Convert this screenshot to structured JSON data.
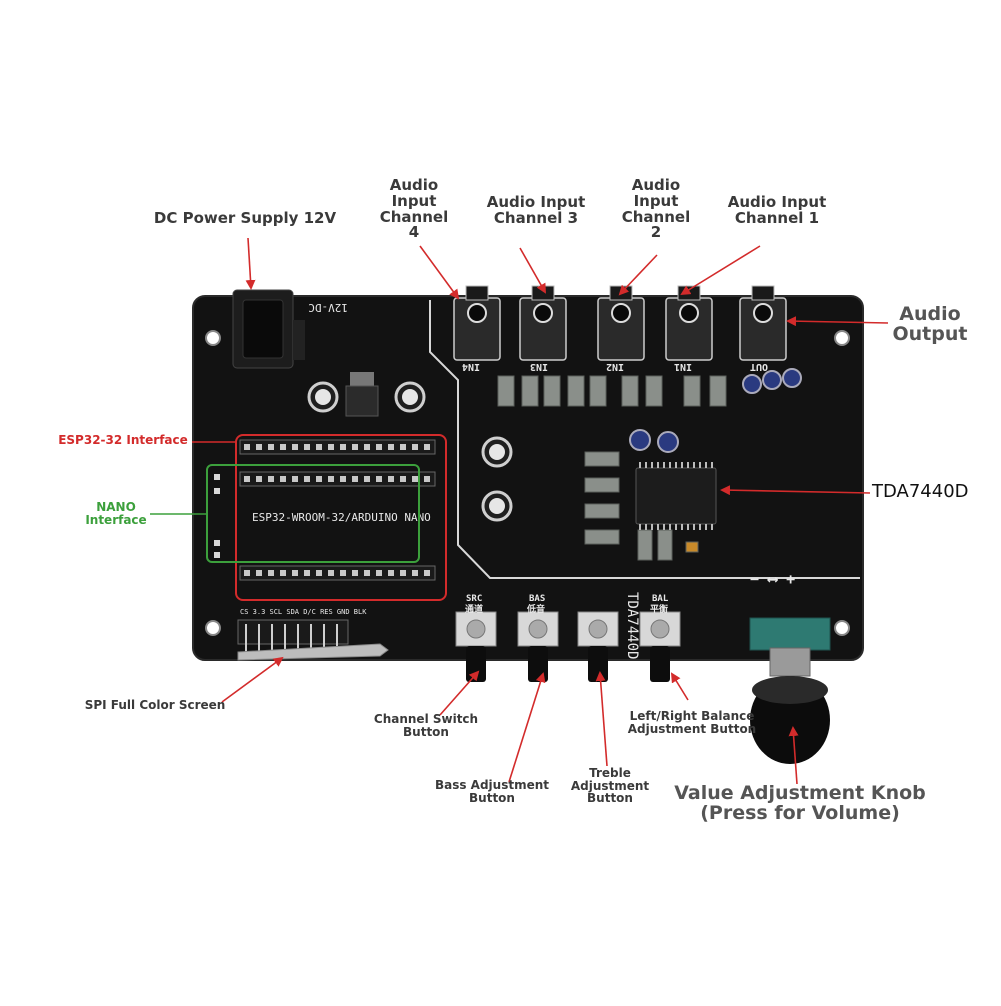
{
  "labels": {
    "dc_power": "DC Power Supply 12V",
    "audio_in_4": "Audio\nInput\nChannel\n4",
    "audio_in_3": "Audio Input\nChannel 3",
    "audio_in_2": "Audio\nInput\nChannel\n2",
    "audio_in_1": "Audio Input\nChannel 1",
    "audio_output": "Audio\nOutput",
    "esp32_interface": "ESP32-32 Interface",
    "nano_interface": "NANO\nInterface",
    "tda7440d": "TDA7440D",
    "spi_screen": "SPI Full Color Screen",
    "channel_switch": "Channel Switch\nButton",
    "bass_adjust": "Bass Adjustment\nButton",
    "treble_adjust": "Treble\nAdjustment\nButton",
    "balance_adjust": "Left/Right Balance\nAdjustment Button",
    "value_knob": "Value Adjustment Knob\n(Press for Volume)"
  },
  "silkscreen": {
    "dc": "12V-DC",
    "header_label": "ESP32-WROOM-32/ARDUINO NANO",
    "chip": "TDA7440D",
    "in4": "IN4",
    "in3": "IN3",
    "in2": "IN2",
    "in1": "IN1",
    "out": "OUT",
    "src": "SRC",
    "src_cn": "通道",
    "bas": "BAS",
    "bas_cn": "低音",
    "bal": "BAL",
    "bal_cn": "平衡",
    "spi_pins": "CS 3.3 SCL SDA D/C RES GND BLK",
    "knob_marks": "− ⟷ +"
  },
  "colors": {
    "board": "#121212",
    "arrow": "#d32b2b",
    "esp32_box": "#d32b2b",
    "nano_box": "#3ca03c"
  }
}
